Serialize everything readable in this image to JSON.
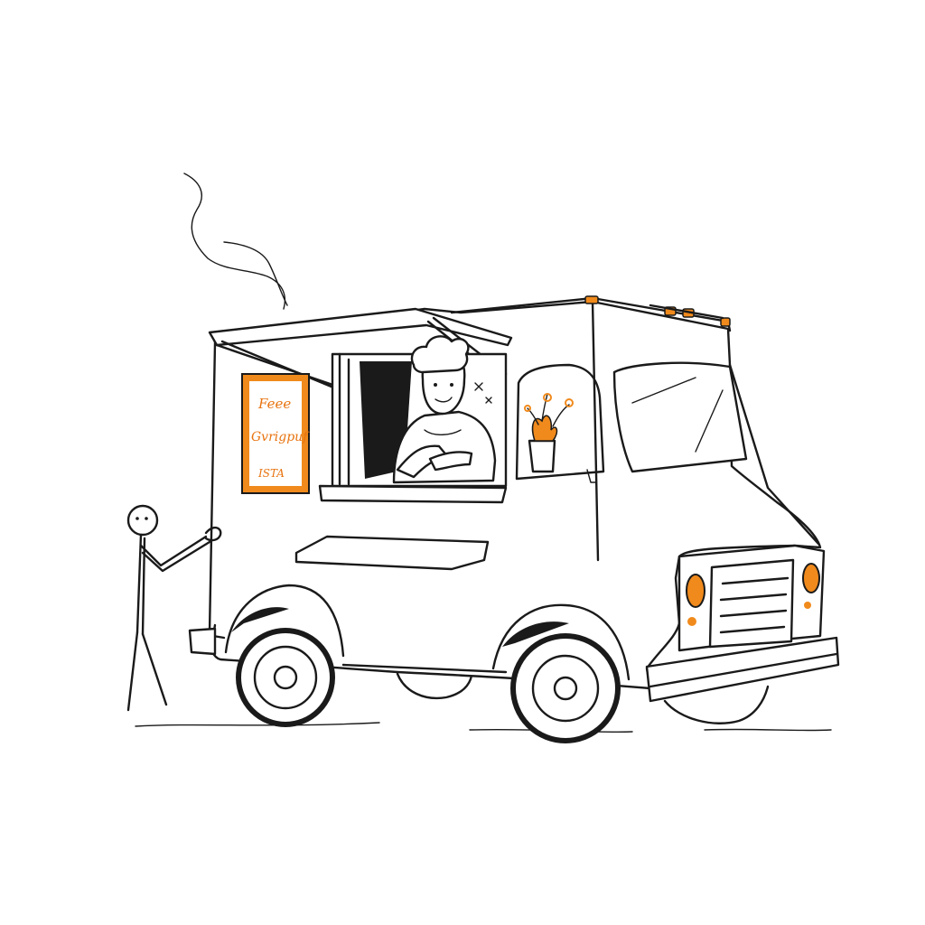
{
  "colors": {
    "ink": "#1a1a1a",
    "accent_orange": "#f08a1c",
    "background": "#ffffff"
  },
  "menu_sign": {
    "line1": "Feee",
    "line2": "Gvrigpuf",
    "line3": "ISTA"
  },
  "scene": {
    "subjects": [
      "food-truck",
      "chef",
      "stick-figure-customer",
      "smoke",
      "plant-pot"
    ]
  }
}
